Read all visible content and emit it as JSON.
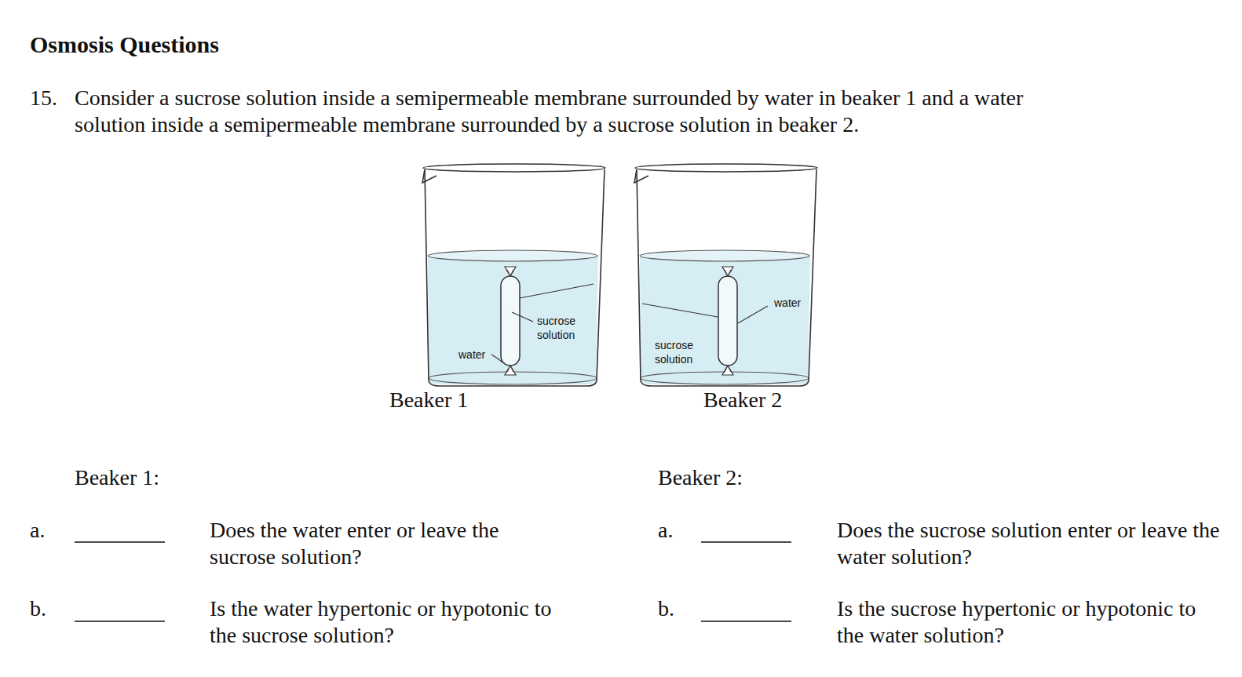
{
  "diagram": {
    "title": "Osmosis Questions",
    "labels": [
      "15.",
      "Consider a sucrose solution inside a semipermeable membrane surrounded by water in beaker 1 and a water solution inside a semipermeable membrane surrounded by a sucrose solution in beaker 2.",
      "sucrose solution",
      "water",
      "water",
      "sucrose solution",
      "Beaker 1",
      "Beaker 2",
      "Beaker 1:",
      "Beaker 2:",
      "a.",
      "Does the water enter or leave the sucrose solution?",
      "a.",
      "Does the sucrose solution enter or leave the water solution?",
      "b.",
      "Is the water hypertonic or hypotonic to the sucrose solution?",
      "b.",
      "Is the sucrose hypertonic or hypotonic to the water solution?"
    ]
  }
}
